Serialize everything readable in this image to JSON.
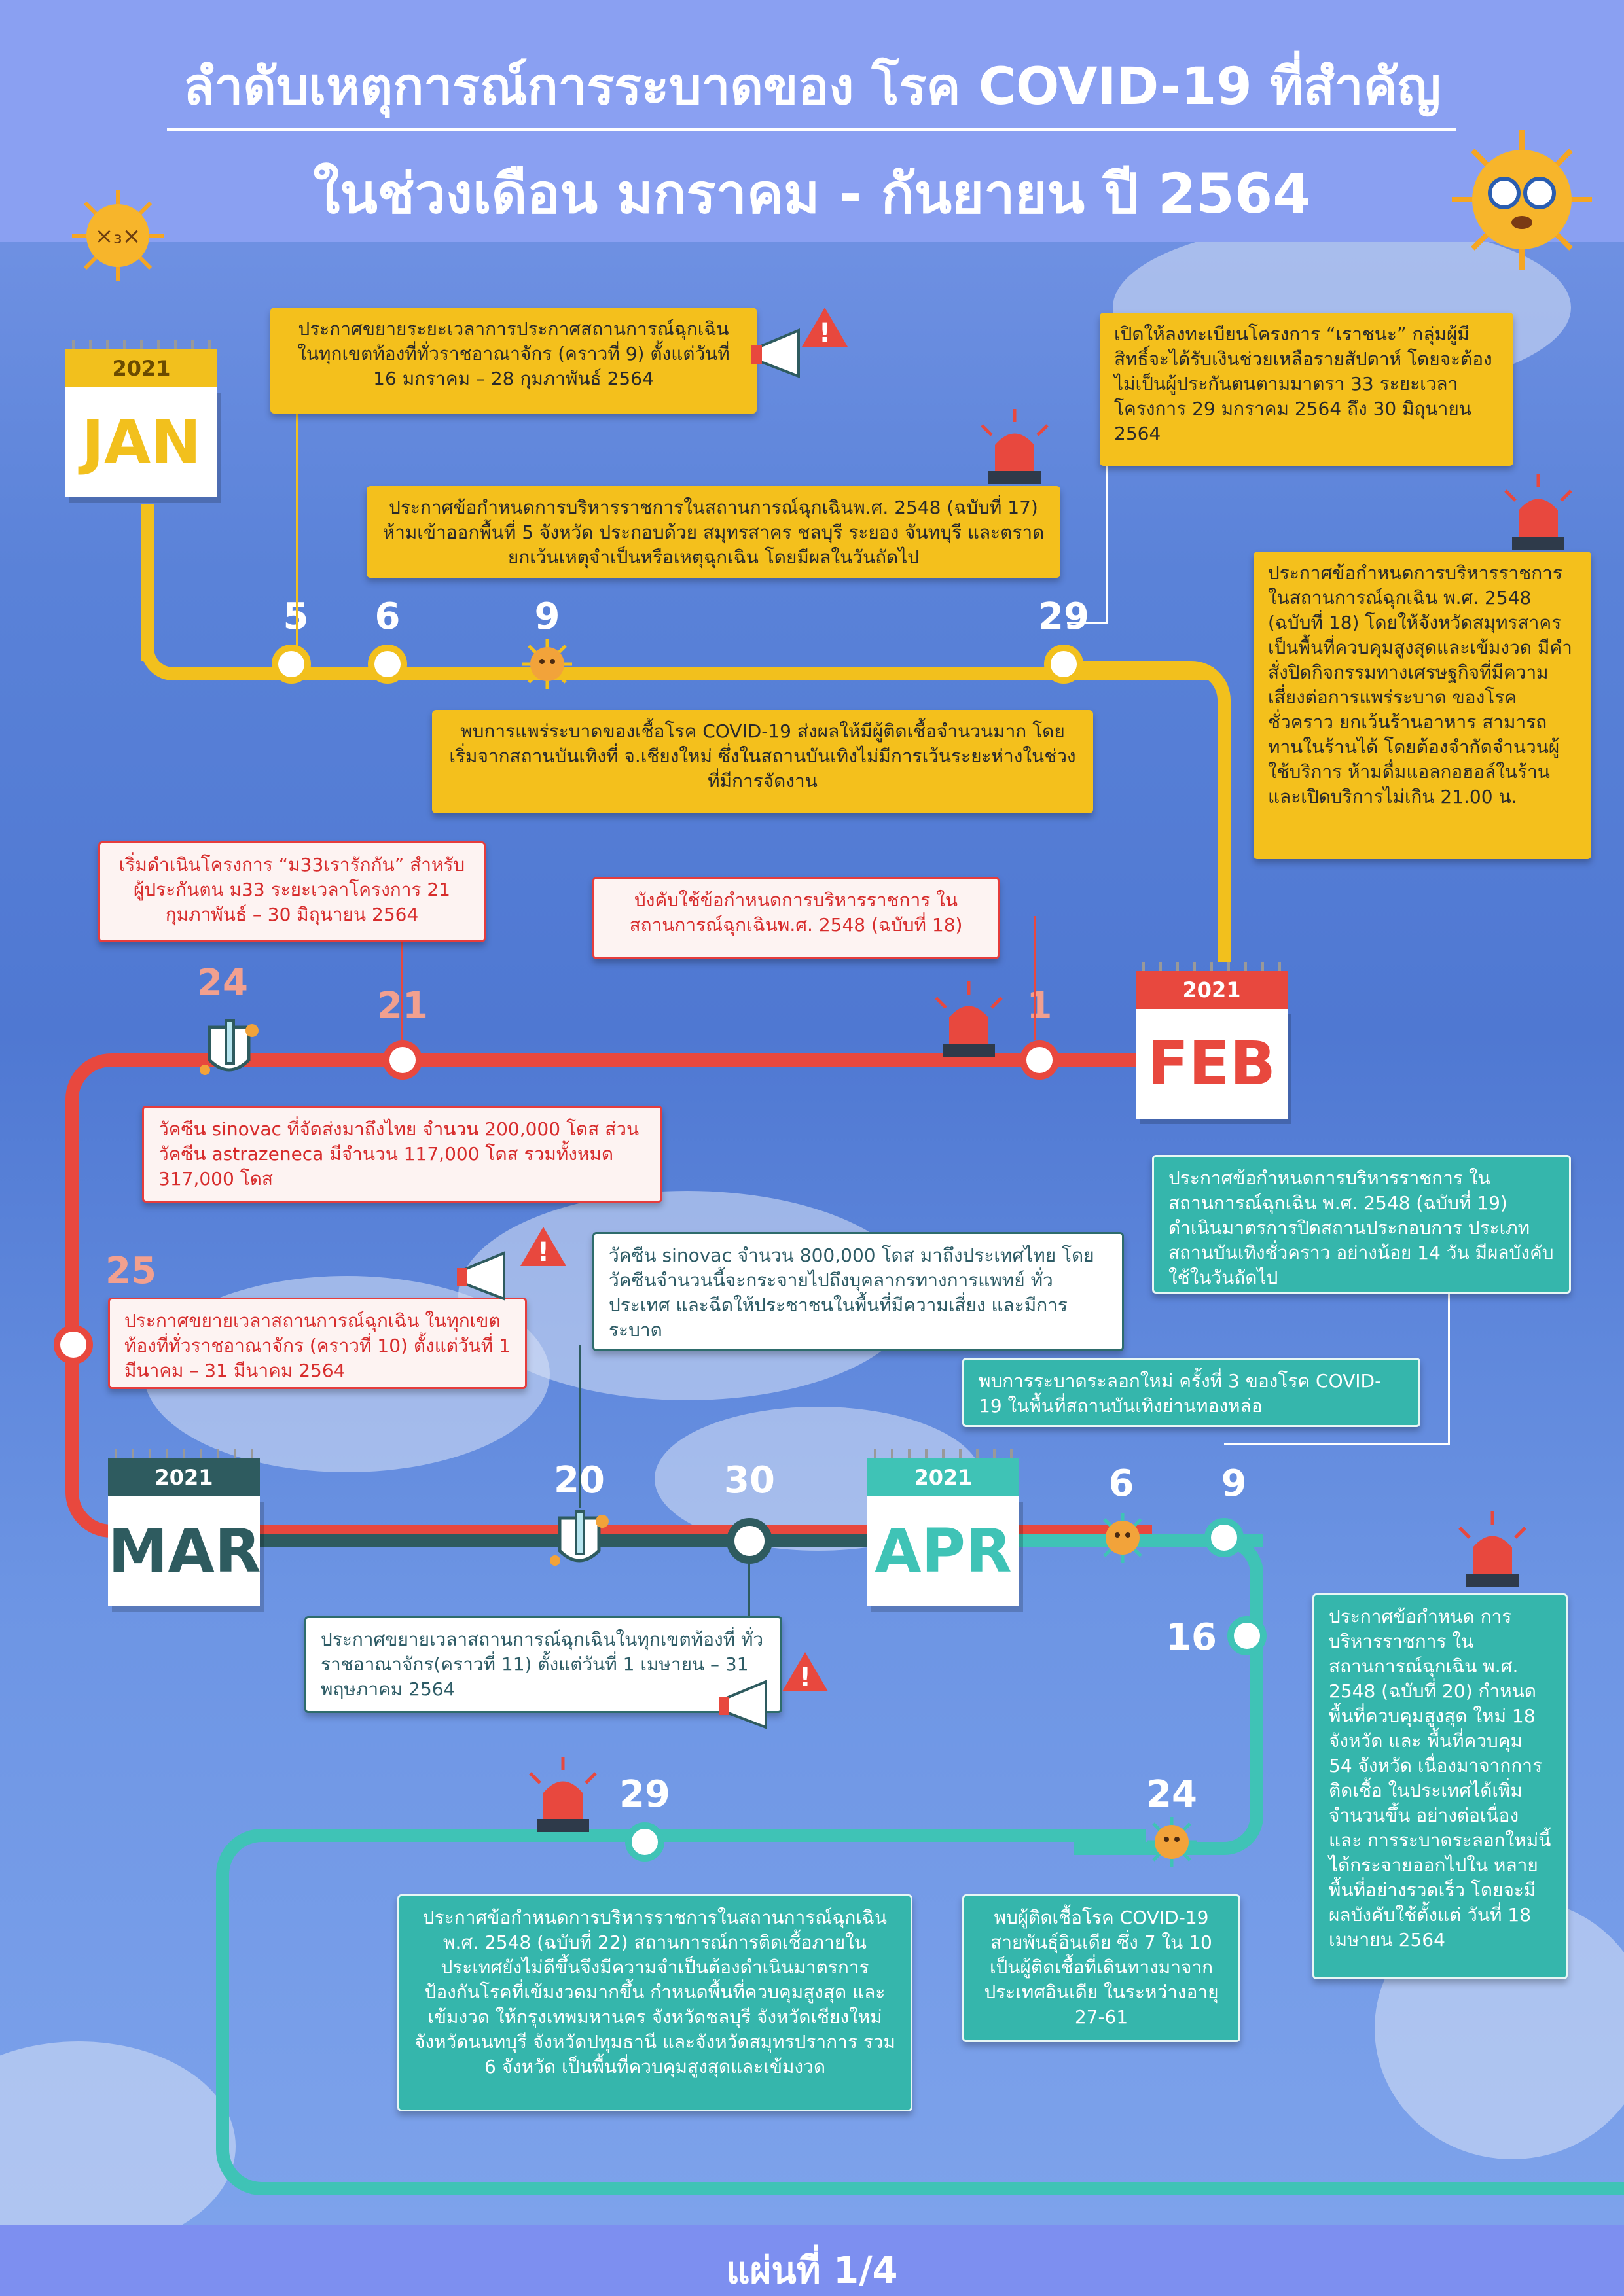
{
  "header": {
    "title_line1": "ลำดับเหตุการณ์การระบาดของ โรค COVID-19 ที่สำคัญ",
    "title_line2": "ในช่วงเดือน มกราคม - กันยายน ปี 2564"
  },
  "footer": {
    "page_label": "แผ่นที่ 1/4"
  },
  "colors": {
    "jan": "#f2c01d",
    "feb": "#e8483e",
    "mar": "#2e5b5f",
    "apr": "#3fc3b6",
    "header": "#8aa0f2"
  },
  "calendars": {
    "jan": {
      "year": "2021",
      "month": "JAN"
    },
    "feb": {
      "year": "2021",
      "month": "FEB"
    },
    "mar": {
      "year": "2021",
      "month": "MAR"
    },
    "apr": {
      "year": "2021",
      "month": "APR"
    }
  },
  "days": {
    "jan5": "5",
    "jan6": "6",
    "jan9": "9",
    "jan29": "29",
    "feb24": "24",
    "feb21": "21",
    "feb1": "1",
    "feb25": "25",
    "mar20": "20",
    "mar30": "30",
    "apr6": "6",
    "apr9": "9",
    "apr16": "16",
    "apr24": "24",
    "apr29": "29"
  },
  "events": {
    "jan5": "ประกาศขยายระยะเวลาการประกาศสถานการณ์ฉุกเฉิน ในทุกเขตท้องที่ทั่วราชอาณาจักร (คราวที่ 9) ตั้งแต่วันที่ 16 มกราคม – 28 กุมภาพันธ์ 2564",
    "jan6": "ประกาศข้อกำหนดการบริหารราชการในสถานการณ์ฉุกเฉินพ.ศ. 2548 (ฉบับที่ 17) ห้ามเข้าออกพื้นที่ 5 จังหวัด ประกอบด้วย สมุทรสาคร ชลบุรี ระยอง จันทบุรี และตราด ยกเว้นเหตุจำเป็นหรือเหตุฉุกเฉิน โดยมีผลในวันถัดไป",
    "jan9": "พบการแพร่ระบาดของเชื้อโรค COVID-19 ส่งผลให้มีผู้ติดเชื้อจำนวนมาก โดยเริ่มจากสถานบันเทิงที่ จ.เชียงใหม่ ซึ่งในสถานบันเทิงไม่มีการเว้นระยะห่างในช่วงที่มีการจัดงาน",
    "jan29": "เปิดให้ลงทะเบียนโครงการ “เราชนะ” กลุ่มผู้มีสิทธิ์จะได้รับเงินช่วยเหลือรายสัปดาห์ โดยจะต้องไม่เป็นผู้ประกันตนตามมาตรา 33 ระยะเวลาโครงการ 29 มกราคม 2564 ถึง 30 มิถุนายน 2564",
    "jan_right": "ประกาศข้อกำหนดการบริหารราชการในสถานการณ์ฉุกเฉิน พ.ศ. 2548 (ฉบับที่ 18) โดยให้จังหวัดสมุทรสาครเป็นพื้นที่ควบคุมสูงสุดและเข้มงวด มีคำสั่งปิดกิจกรรมทางเศรษฐกิจที่มีความเสี่ยงต่อการแพร่ระบาด ของโรคชั่วคราว ยกเว้นร้านอาหาร สามารถทานในร้านได้ โดยต้องจำกัดจำนวนผู้ใช้บริการ ห้ามดื่มแอลกอฮอล์ในร้าน และเปิดบริการไม่เกิน 21.00 น.",
    "feb21": "เริ่มดำเนินโครงการ “ม33เรารักกัน” สำหรับผู้ประกันตน ม33 ระยะเวลาโครงการ 21 กุมภาพันธ์ – 30 มิถุนายน 2564",
    "feb1": "บังคับใช้ข้อกำหนดการบริหารราชการ ในสถานการณ์ฉุกเฉินพ.ศ. 2548 (ฉบับที่ 18)",
    "feb24": "วัคซีน sinovac ที่จัดส่งมาถึงไทย จำนวน 200,000 โดส ส่วนวัคซีน astrazeneca มีจำนวน 117,000 โดส รวมทั้งหมด 317,000 โดส",
    "feb25": "ประกาศขยายเวลาสถานการณ์ฉุกเฉิน ในทุกเขตท้องที่ทั่วราชอาณาจักร (คราวที่ 10) ตั้งแต่วันที่ 1 มีนาคม – 31 มีนาคม 2564",
    "mar20": "วัคซีน sinovac จำนวน 800,000 โดส มาถึงประเทศไทย โดยวัคซีนจำนวนนี้จะกระจายไปถึงบุคลากรทางการแพทย์ ทั่วประเทศ และฉีดให้ประชาชนในพื้นที่มีความเสี่ยง และมีการระบาด",
    "mar30": "ประกาศขยายเวลาสถานการณ์ฉุกเฉินในทุกเขตท้องที่ ทั่วราชอาณาจักร(คราวที่ 11) ตั้งแต่วันที่ 1 เมษายน – 31 พฤษภาคม 2564",
    "apr9": "ประกาศข้อกำหนดการบริหารราชการ ในสถานการณ์ฉุกเฉิน พ.ศ. 2548 (ฉบับที่ 19) ดำเนินมาตรการปิดสถานประกอบการ ประเภทสถานบันเทิงชั่วคราว อย่างน้อย 14 วัน มีผลบังคับใช้ในวันถัดไป",
    "apr6": "พบการระบาดระลอกใหม่ ครั้งที่ 3 ของโรค COVID-19 ในพื้นที่สถานบันเทิงย่านทองหล่อ",
    "apr16": "ประกาศข้อกำหนด การบริหารราชการ ในสถานการณ์ฉุกเฉิน พ.ศ. 2548 (ฉบับที่ 20) กำหนดพื้นที่ควบคุมสูงสุด ใหม่ 18 จังหวัด และ พื้นที่ควบคุม 54 จังหวัด เนื่องมาจากการติดเชื้อ ในประเทศได้เพิ่มจำนวนขึ้น อย่างต่อเนื่อง และ การระบาดระลอกใหม่นี้ ได้กระจายออกไปใน หลายพื้นที่อย่างรวดเร็ว โดยจะมีผลบังคับใช้ตั้งแต่ วันที่ 18 เมษายน 2564",
    "apr29": "ประกาศข้อกำหนดการบริหารราชการในสถานการณ์ฉุกเฉิน พ.ศ. 2548 (ฉบับที่ 22) สถานการณ์การติดเชื้อภายใน ประเทศยังไม่ดีขึ้นจึงมีความจำเป็นต้องดำเนินมาตรการ ป้องกันโรคที่เข้มงวดมากขึ้น กำหนดพื้นที่ควบคุมสูงสุด และเข้มงวด ให้กรุงเทพมหานคร จังหวัดชลบุรี จังหวัดเชียงใหม่ จังหวัดนนทบุรี จังหวัดปทุมธานี และจังหวัดสมุทรปราการ รวม 6 จังหวัด เป็นพื้นที่ควบคุมสูงสุดและเข้มงวด",
    "apr24": "พบผู้ติดเชื้อโรค COVID-19 สายพันธุ์อินเดีย ซึ่ง 7 ใน 10 เป็นผู้ติดเชื้อที่เดินทางมาจาก ประเทศอินเดีย ในระหว่างอายุ 27-61"
  }
}
